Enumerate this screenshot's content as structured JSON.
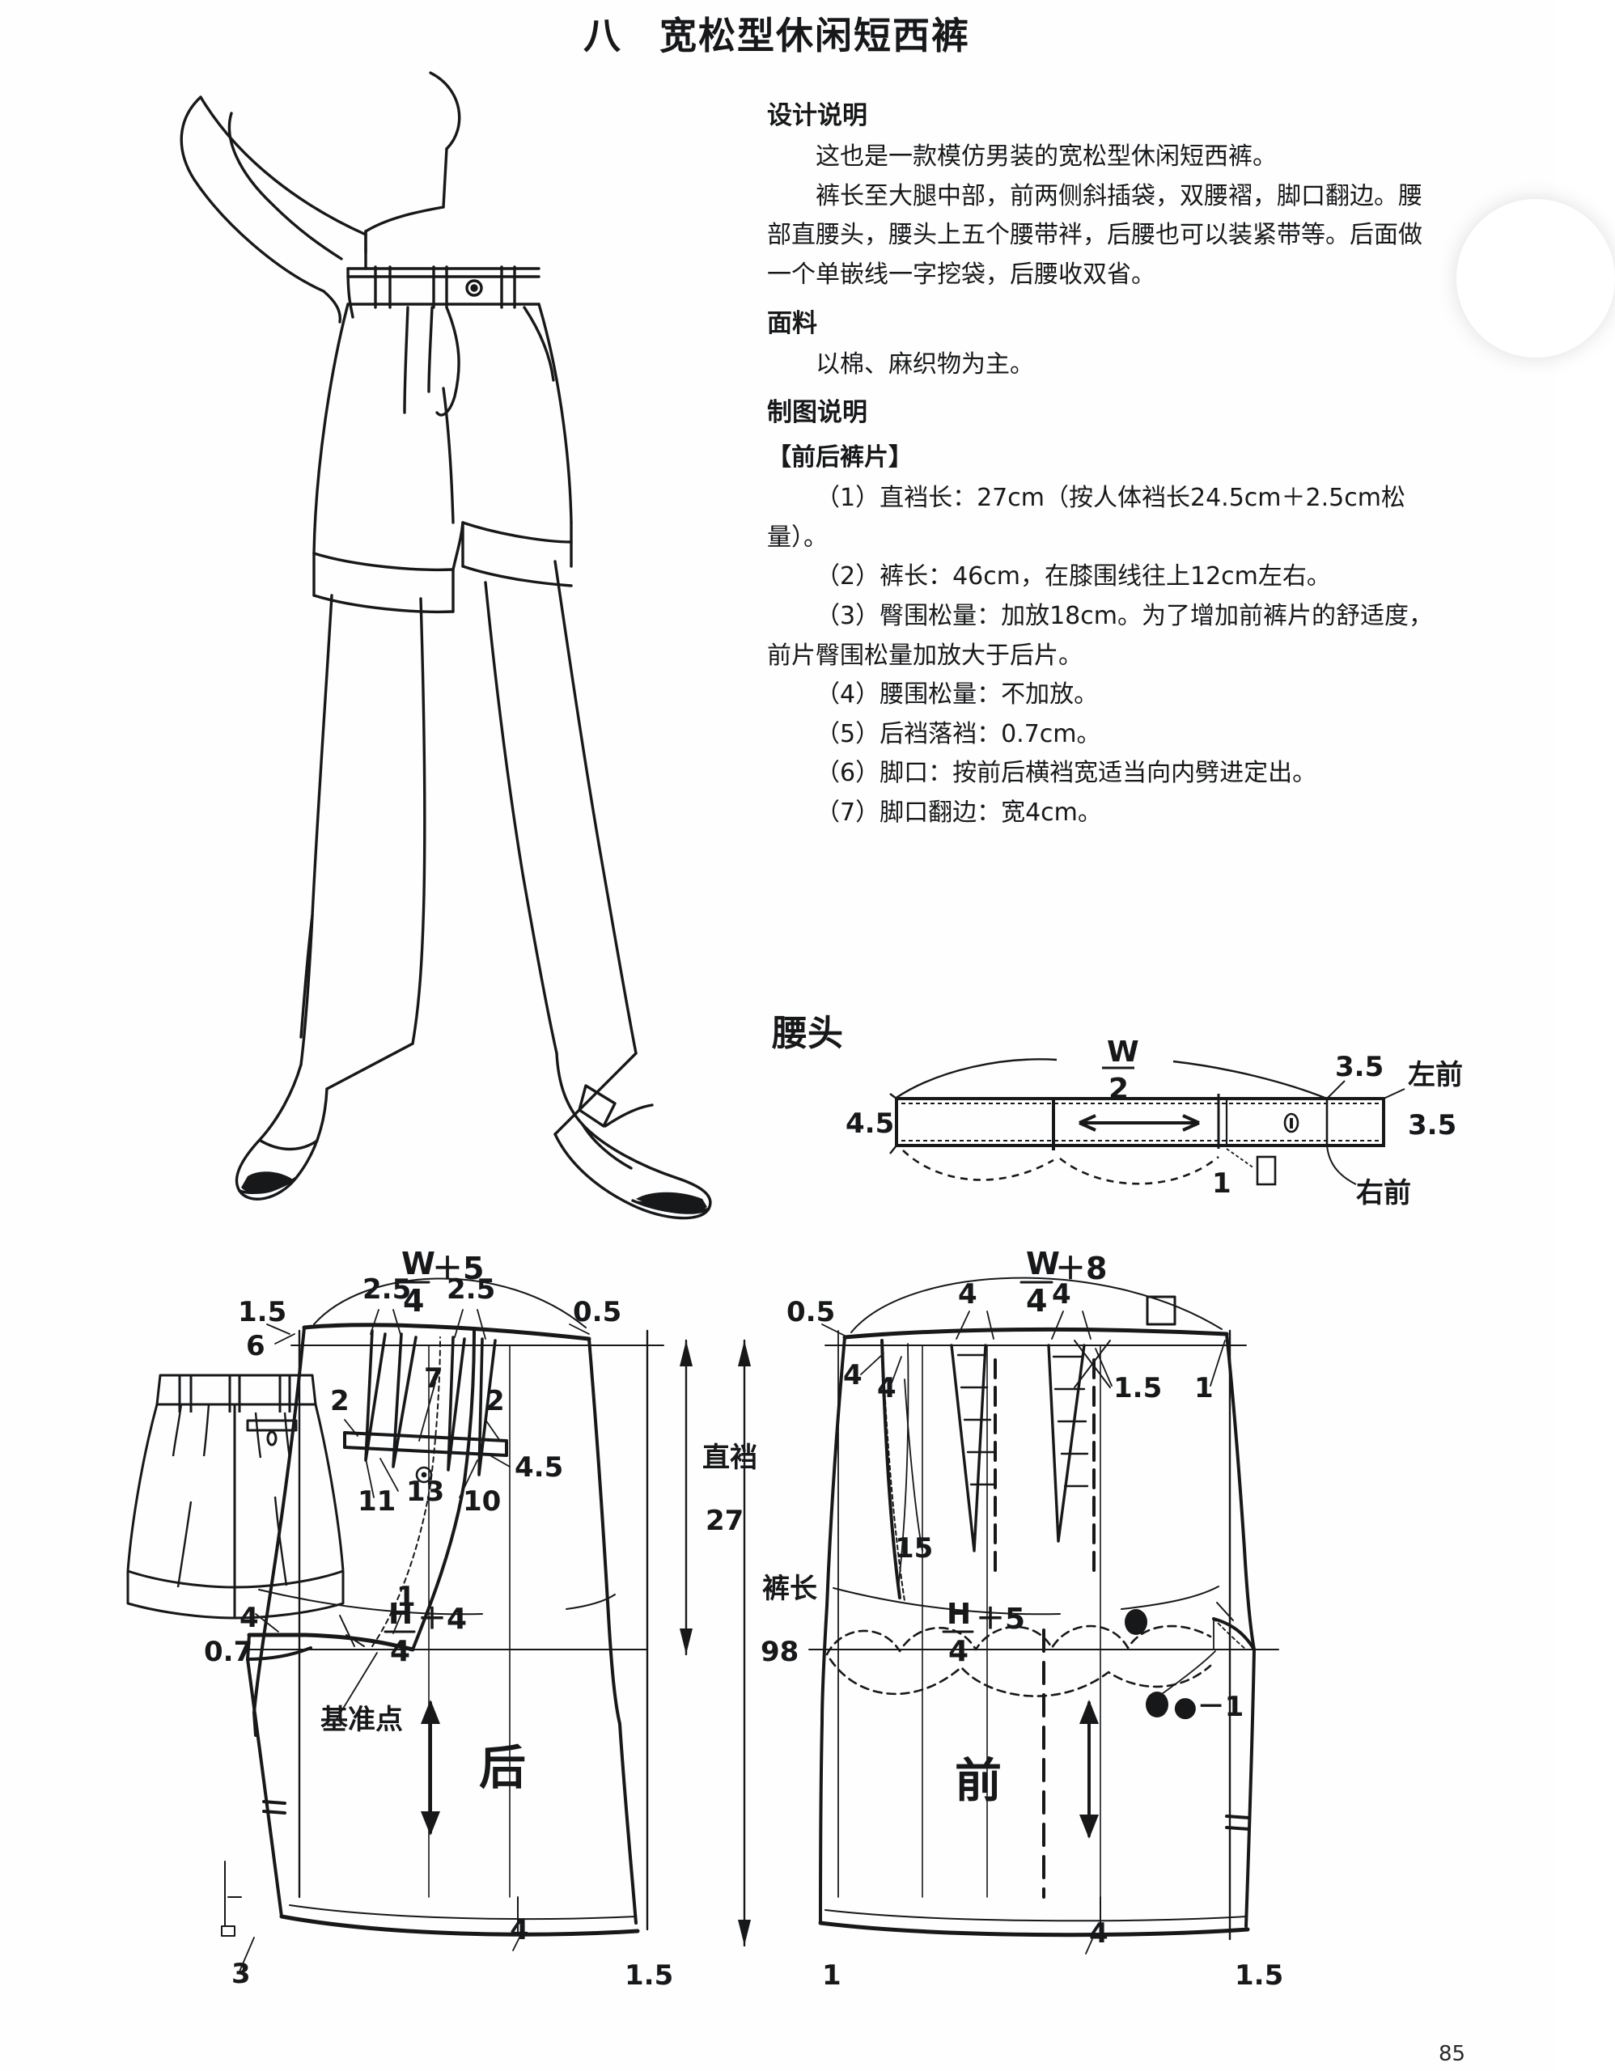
{
  "document": {
    "chapter_number": "八",
    "title": "宽松型休闲短西裤",
    "page_number": "85"
  },
  "overlay": {
    "menu_icon": "hamburger-menu-icon"
  },
  "sections": {
    "design_heading": "设计说明",
    "design_p1": "这也是一款模仿男装的宽松型休闲短西裤。",
    "design_p2": "裤长至大腿中部，前两侧斜插袋，双腰褶，脚口翻边。腰部直腰头，腰头上五个腰带袢，后腰也可以装紧带等。后面做一个单嵌线一字挖袋，后腰收双省。",
    "fabric_heading": "面料",
    "fabric_p1": "以棉、麻织物为主。",
    "drafting_heading": "制图说明",
    "block_heading": "【前后裤片】",
    "items": [
      "（1）直裆长：27cm（按人体裆长24.5cm＋2.5cm松量）。",
      "（2）裤长：46cm，在膝围线往上12cm左右。",
      "（3）臀围松量：加放18cm。为了增加前裤片的舒适度，前片臀围松量加放大于后片。",
      "（4）腰围松量：不加放。",
      "（5）后裆落裆：0.7cm。",
      "（6）脚口：按前后横裆宽适当向内劈进定出。",
      "（7）脚口翻边：宽4cm。"
    ]
  },
  "waistband_figure": {
    "title": "腰头",
    "labels": {
      "half_waist": "W",
      "half_waist_den": "2",
      "height": "4.5",
      "right_top": "3.5",
      "right_bottom": "3.5",
      "left_front": "左前",
      "right_front": "右前",
      "overlap": "1"
    }
  },
  "pattern_figure": {
    "back": {
      "piece_label": "后",
      "waist_formula_num": "W",
      "waist_formula_den": "4",
      "waist_formula_add": "＋5",
      "hip_formula_num": "H",
      "hip_formula_den": "4",
      "hip_formula_add": "＋4",
      "labels": {
        "l_1_5": "1.5",
        "l_6": "6",
        "dart_a": "2.5",
        "dart_b": "2.5",
        "l_0_5": "0.5",
        "pocket_2_left": "2",
        "pocket_2_right": "2",
        "pocket_7": "7",
        "pocket_11": "11",
        "pocket_13": "13",
        "pocket_10": "10",
        "l_4_5": "4.5",
        "crotch_4": "4",
        "crotch_1": "1",
        "drop_0_7": "0.7",
        "base_point": "基准点",
        "hem_3": "3",
        "hem_4": "4",
        "hem_1_5": "1.5"
      }
    },
    "front": {
      "piece_label": "前",
      "waist_formula_num": "W",
      "waist_formula_den": "4",
      "waist_formula_add": "＋8",
      "hip_formula_num": "H",
      "hip_formula_den": "4",
      "hip_formula_add": "＋5",
      "labels": {
        "l_0_5": "0.5",
        "pleat_4_a": "4",
        "pleat_4_b": "4",
        "pleat_4_c": "4",
        "pleat_4_d": "4",
        "l_1_5": "1.5",
        "l_1_right": "1",
        "pocket_15": "15",
        "dot_minus_1": "●－1",
        "hem_1": "1",
        "hem_4": "4",
        "hem_1_5": "1.5"
      }
    },
    "vertical": {
      "rise_label": "直裆",
      "rise_value": "27",
      "length_label": "裤长",
      "length_value": "98"
    }
  },
  "colors": {
    "ink": "#17181a",
    "paper": "#fefefe",
    "menu_bar": "#a8aeba"
  }
}
